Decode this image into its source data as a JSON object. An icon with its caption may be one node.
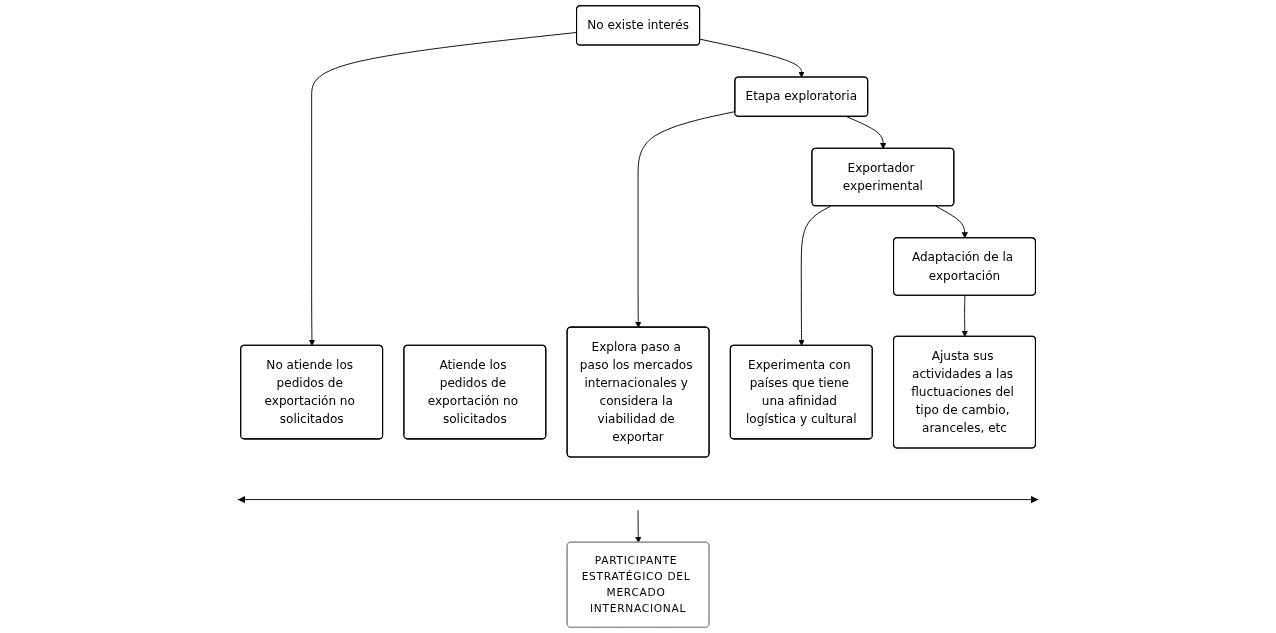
{
  "diagram": {
    "nodes": [
      {
        "text": [
          "No existe interés"
        ]
      },
      {
        "text": [
          "Etapa exploratoria"
        ]
      },
      {
        "text": [
          "Exportador experimental"
        ]
      },
      {
        "text": [
          "Adaptación de la exportación"
        ]
      },
      {
        "text": [
          "No atiende los pedidos de exportación no solicitados"
        ]
      },
      {
        "text": [
          "Atiende los pedidos de exportación no solicitados"
        ]
      },
      {
        "text": [
          "Explora paso a paso los mercados internacionales y considera la viabilidad de exportar"
        ]
      },
      {
        "text": [
          "Experimenta con países que tiene una afinidad logística y cultural"
        ]
      },
      {
        "text": [
          "Ajusta sus actividades a las fluctuaciones del tipo de cambio, aranceles, etc"
        ]
      },
      {
        "text": [
          "PARTICIPANTE ESTRATÉGICO DEL MERCADO INTERNACIONAL"
        ]
      }
    ],
    "edges": [
      {
        "from": 0,
        "to": 1,
        "arrow": "to"
      },
      {
        "from": 1,
        "to": 2,
        "arrow": "to"
      },
      {
        "from": 2,
        "to": 3,
        "arrow": "to"
      },
      {
        "from": 0,
        "to": 4,
        "arrow": "to"
      },
      {
        "from": 1,
        "to": 6,
        "arrow": "to"
      },
      {
        "from": 2,
        "to": 7,
        "arrow": "to"
      },
      {
        "from": 3,
        "to": 8,
        "arrow": "to"
      },
      {
        "from": null,
        "to": 9,
        "arrow": "to"
      }
    ]
  }
}
